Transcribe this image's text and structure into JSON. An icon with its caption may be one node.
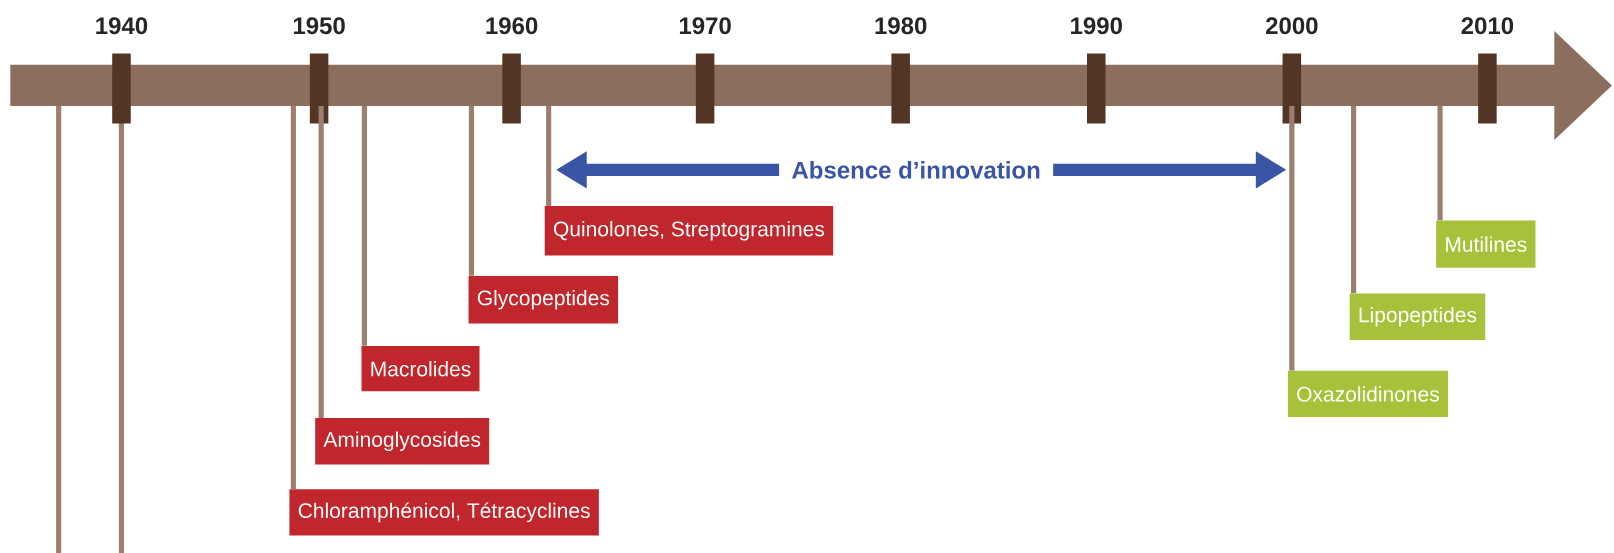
{
  "diagram": {
    "nodes": [
      {
        "text": [
          "Chloramphénicol, Tétracyclines"
        ]
      },
      {
        "text": [
          "Aminoglycosides"
        ]
      },
      {
        "text": [
          "Macrolides"
        ]
      },
      {
        "text": [
          "Glycopeptides"
        ]
      },
      {
        "text": [
          "Quinolones, Streptogramines"
        ]
      },
      {
        "text": [
          "Oxazolidinones"
        ]
      },
      {
        "text": [
          "Lipopeptides"
        ]
      },
      {
        "text": [
          "Mutilines"
        ]
      }
    ],
    "edges": [
      {
        "from": null,
        "to": 0,
        "arrow": "none"
      },
      {
        "from": null,
        "to": 1,
        "arrow": "none"
      },
      {
        "from": null,
        "to": 2,
        "arrow": "none"
      },
      {
        "from": null,
        "to": 3,
        "arrow": "none"
      },
      {
        "from": null,
        "to": 4,
        "arrow": "none"
      },
      {
        "from": null,
        "to": 5,
        "arrow": "none"
      },
      {
        "from": null,
        "to": 6,
        "arrow": "none"
      },
      {
        "from": null,
        "to": 7,
        "arrow": "none"
      }
    ],
    "labels": [
      "1940",
      "1950",
      "1960",
      "1970",
      "1980",
      "1990",
      "2000",
      "2010",
      "Absence d’innovation"
    ]
  }
}
